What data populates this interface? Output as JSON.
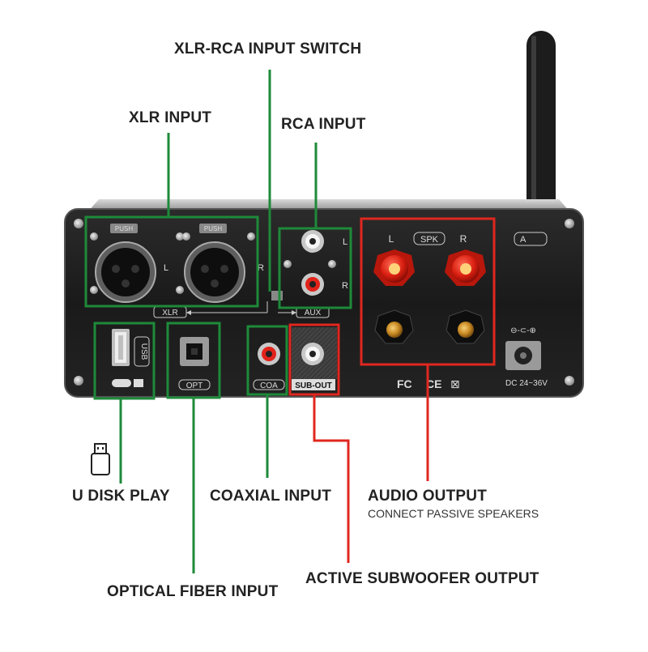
{
  "callouts": {
    "xlr_rca_switch": "XLR-RCA INPUT SWITCH",
    "xlr_input": "XLR INPUT",
    "rca_input": "RCA INPUT",
    "u_disk_play": "U DISK PLAY",
    "coaxial_input": "COAXIAL INPUT",
    "audio_output": "AUDIO OUTPUT",
    "audio_output_sub": "CONNECT PASSIVE SPEAKERS",
    "optical_fiber_input": "OPTICAL FIBER INPUT",
    "active_subwoofer_output": "ACTIVE SUBWOOFER OUTPUT"
  },
  "panel_labels": {
    "push": "PUSH",
    "xlr_left": "L",
    "xlr_right": "R",
    "xlr": "XLR",
    "aux": "AUX",
    "rca_left": "L",
    "rca_right": "R",
    "spk": "SPK",
    "spk_left": "L",
    "spk_right": "R",
    "usb": "USB",
    "opt": "OPT",
    "coa": "COA",
    "sub_out": "SUB-OUT",
    "dc": "DC 24~36V",
    "cert_fc": "FC",
    "cert_ce": "CE",
    "antenna_tag": "A"
  },
  "colors": {
    "green": "#1e8a3a",
    "red": "#e0271f",
    "panel": "#1a1a1a"
  }
}
